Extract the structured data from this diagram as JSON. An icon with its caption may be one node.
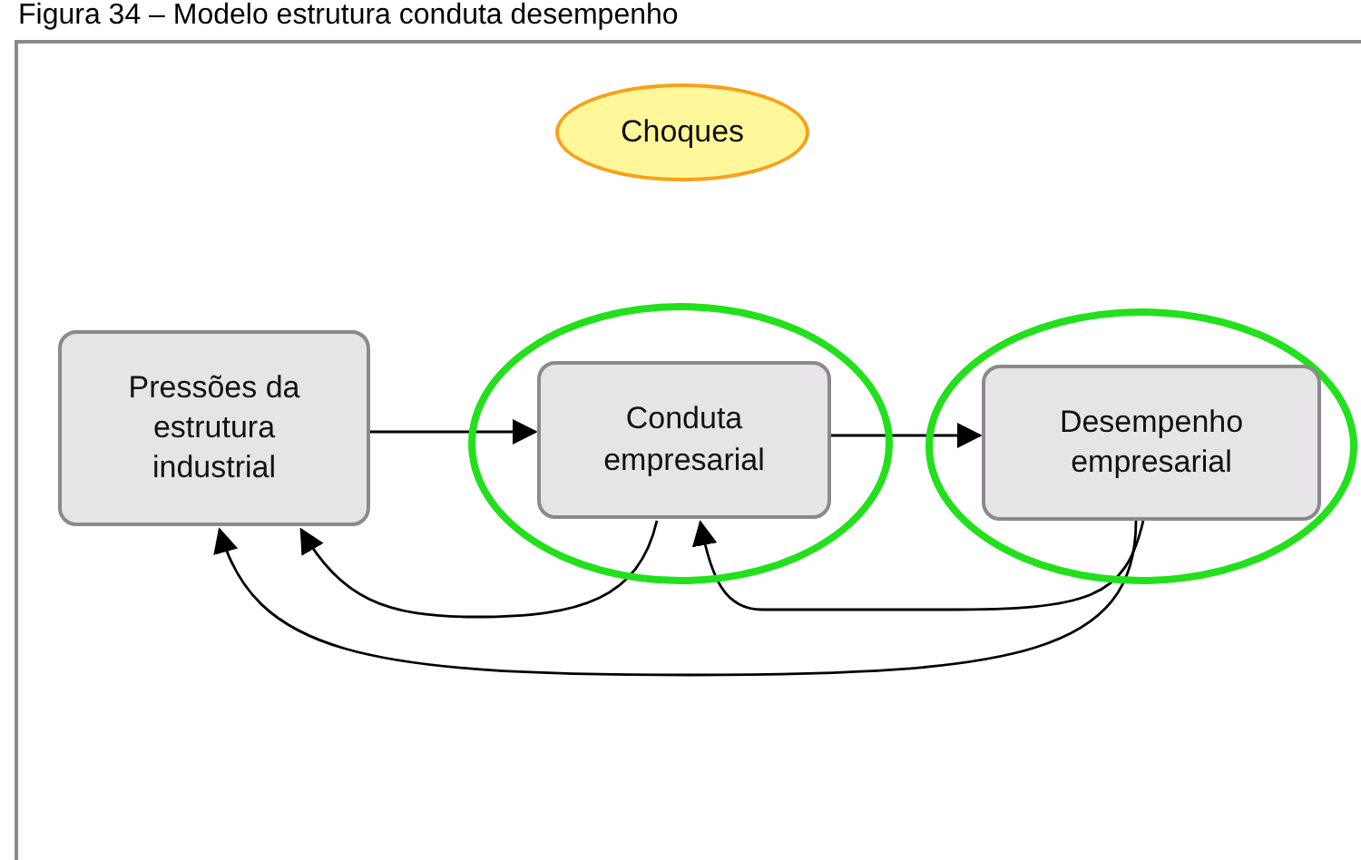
{
  "diagram": {
    "title": "Figura 34 – Modelo estrutura conduta desempenho",
    "nodes": [
      {
        "text": [
          "Choques"
        ]
      },
      {
        "text": [
          "Pressões da estrutura industrial"
        ]
      },
      {
        "text": [],
        "shape": "ellipse"
      },
      {
        "text": [
          "Conduta empresarial"
        ],
        "in": 2
      },
      {
        "text": [],
        "shape": "ellipse"
      },
      {
        "text": [
          "Desempenho empresarial"
        ],
        "in": 4
      }
    ],
    "edges": [
      {
        "from": 1,
        "to": 3,
        "arrow": "to"
      },
      {
        "from": 3,
        "to": 5,
        "arrow": "to"
      },
      {
        "from": 3,
        "to": 1,
        "arrow": "to"
      },
      {
        "from": 5,
        "to": 3,
        "arrow": "to"
      },
      {
        "from": 5,
        "to": 1,
        "arrow": "to"
      }
    ]
  }
}
